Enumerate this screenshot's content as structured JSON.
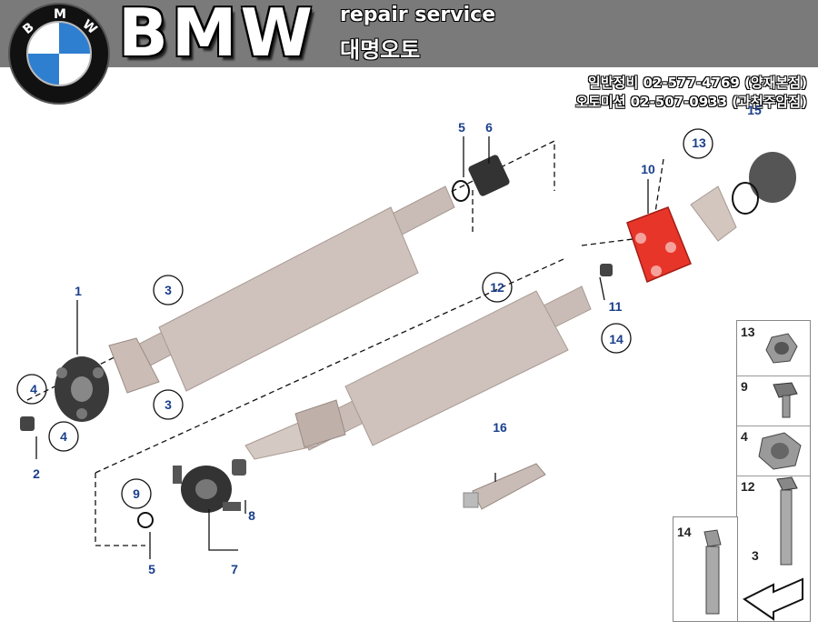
{
  "header": {
    "brand": "BMW",
    "tagline_en": "repair service",
    "tagline_kr": "대명오토",
    "logo_letters": [
      "B",
      "M",
      "W"
    ],
    "contact_1": "일반정비 02-577-4769 (양재본점)",
    "contact_2": "오토미션 02-507-0933 (과천주암점)"
  },
  "callouts": [
    {
      "id": "c1",
      "text": "1"
    },
    {
      "id": "c2",
      "text": "2"
    },
    {
      "id": "c3a",
      "text": "3"
    },
    {
      "id": "c3b",
      "text": "3"
    },
    {
      "id": "c4a",
      "text": "4"
    },
    {
      "id": "c4b",
      "text": "4"
    },
    {
      "id": "c5a",
      "text": "5"
    },
    {
      "id": "c5b",
      "text": "5"
    },
    {
      "id": "c6",
      "text": "6"
    },
    {
      "id": "c7",
      "text": "7"
    },
    {
      "id": "c8",
      "text": "8"
    },
    {
      "id": "c9",
      "text": "9"
    },
    {
      "id": "c10",
      "text": "10"
    },
    {
      "id": "c11",
      "text": "11"
    },
    {
      "id": "c12",
      "text": "12"
    },
    {
      "id": "c13",
      "text": "13"
    },
    {
      "id": "c14",
      "text": "14"
    },
    {
      "id": "c15",
      "text": "15"
    },
    {
      "id": "c16",
      "text": "16"
    }
  ],
  "legend": [
    {
      "text": "13"
    },
    {
      "text": "9"
    },
    {
      "text": "4"
    },
    {
      "text": "12"
    },
    {
      "text": "3"
    },
    {
      "text": "14"
    }
  ],
  "colors": {
    "header_bg": "#7a7a7a",
    "shaft": "#c9bcb6",
    "shaft_shadow": "#a89992",
    "highlight_part": "#e8352a",
    "callout_text": "#1a3f8c",
    "bmw_blue": "#2f7fd0"
  }
}
